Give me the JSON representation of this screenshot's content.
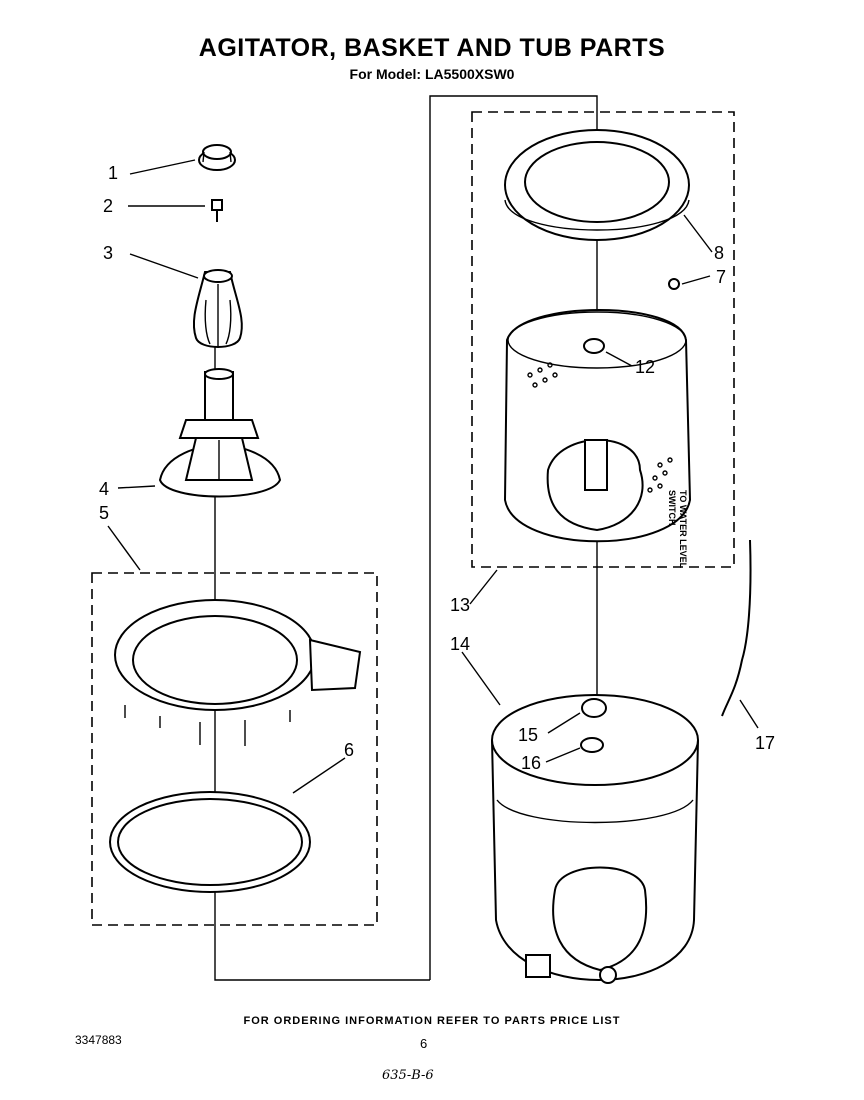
{
  "header": {
    "title": "AGITATOR, BASKET AND TUB PARTS",
    "subtitle": "For Model: LA5500XSW0"
  },
  "callouts": {
    "c1": "1",
    "c2": "2",
    "c3": "3",
    "c4": "4",
    "c5": "5",
    "c6": "6",
    "c7": "7",
    "c8": "8",
    "c12": "12",
    "c13": "13",
    "c14": "14",
    "c15": "15",
    "c16": "16",
    "c17": "17"
  },
  "side_note": {
    "line1": "TO WATER LEVEL",
    "line2": "SWITCH"
  },
  "footer": {
    "ordering_note": "FOR ORDERING INFORMATION REFER TO PARTS PRICE LIST",
    "doc_number": "3347883",
    "page_number": "6",
    "handwritten_code": "635-B-6"
  }
}
